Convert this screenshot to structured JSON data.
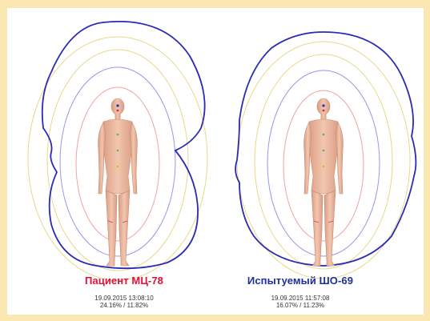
{
  "colors": {
    "background": "#fbe7b2",
    "panel": "#ffffff",
    "outer_contour": "#2b2bb5",
    "ring_yellow": "#e8d98a",
    "ring_blue": "#9a96e6",
    "ring_red": "#f1a3a3",
    "skin": "#eab79f",
    "skin_dark": "#c68b70"
  },
  "left": {
    "title": "Пациент МЦ-78",
    "title_color": "#e0103a",
    "datetime": "19.09.2015 13:08:10",
    "percentages": "24.16% / 11.82%"
  },
  "right": {
    "title": "Испытуемый ШО-69",
    "title_color": "#1d2f9a",
    "datetime": "19.09.2015 11:57:08",
    "percentages": "16.07% / 11.23%"
  }
}
